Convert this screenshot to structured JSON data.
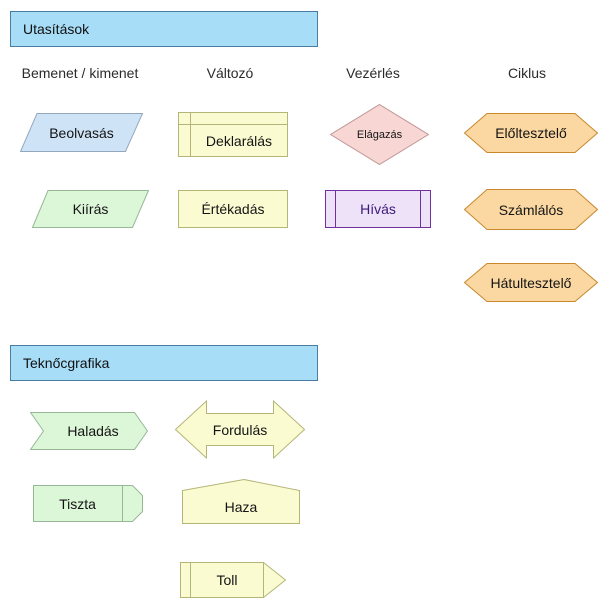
{
  "palette": {
    "header_fill": "#a8ddf8",
    "header_border": "#4a7da0",
    "io_blue_fill": "#cfe3f7",
    "io_blue_border": "#94a8bd",
    "green_fill": "#dcf6d8",
    "green_border": "#97b897",
    "yellow_fill": "#fbfbd2",
    "yellow_border": "#b5b578",
    "pink_fill": "#f7d6d3",
    "pink_border": "#bf9494",
    "purple_fill": "#ede2f8",
    "purple_border": "#7030a0",
    "orange_fill": "#fbd8a2",
    "orange_border": "#c8882e"
  },
  "sections": [
    {
      "title": "Utasítások",
      "columns": [
        "Bemenet / kimenet",
        "Változó",
        "Vezérlés",
        "Ciklus"
      ],
      "items": {
        "beolvasas": "Beolvasás",
        "kiiras": "Kiírás",
        "deklaralas": "Deklarálás",
        "ertekadas": "Értékadás",
        "elagazas": "Elágazás",
        "hivas": "Hívás",
        "eloltesztelo": "Előltesztelő",
        "szamlalos": "Számlálós",
        "hatultesztelo": "Hátultesztelő"
      }
    },
    {
      "title": "Teknőcgrafika",
      "items": {
        "haladas": "Haladás",
        "fordulas": "Fordulás",
        "tiszta": "Tiszta",
        "haza": "Haza",
        "toll": "Toll"
      }
    }
  ]
}
